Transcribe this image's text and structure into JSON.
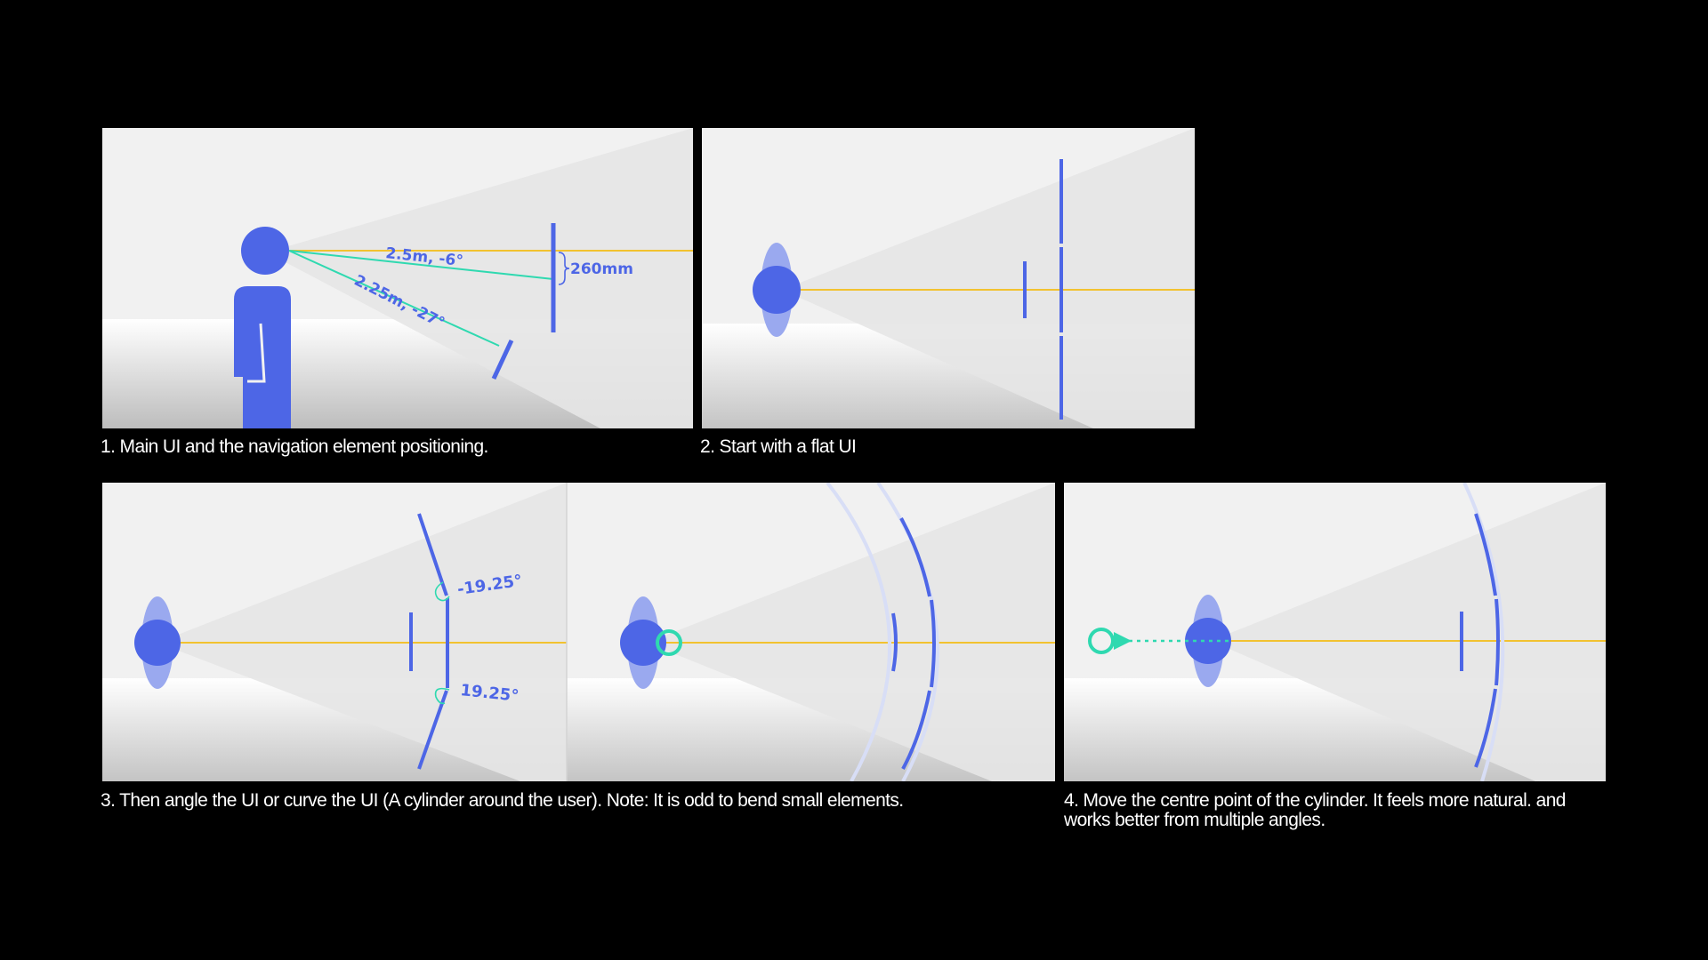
{
  "colors": {
    "background": "#000000",
    "panel": "#f1f1f1",
    "cone": "#e9e9e9",
    "accent_blue": "#4d66e6",
    "soft_blue": "#9aa9ef",
    "teal": "#2fd9b0",
    "horizon": "#f2c230",
    "caption": "#ffffff"
  },
  "panels": {
    "p1": {
      "caption": "1. Main UI and the navigation element positioning.",
      "label_main": "2.5m, -6°",
      "label_nav": "2.25m, -27°",
      "label_height": "260mm"
    },
    "p2": {
      "caption": "2. Start with a flat UI"
    },
    "p3": {
      "caption": "3. Then angle the UI or curve the UI (A cylinder around the user). Note: It is odd to bend small elements.",
      "angle_top": "-19.25°",
      "angle_bottom": "19.25°"
    },
    "p4": {
      "caption": "4. Move the centre point of the cylinder. It feels more natural. and works better from multiple angles."
    }
  },
  "icons": {
    "user_figure": "person-silhouette",
    "head_topdown": "head-topdown-icon",
    "pivot_marker": "ring-icon"
  }
}
